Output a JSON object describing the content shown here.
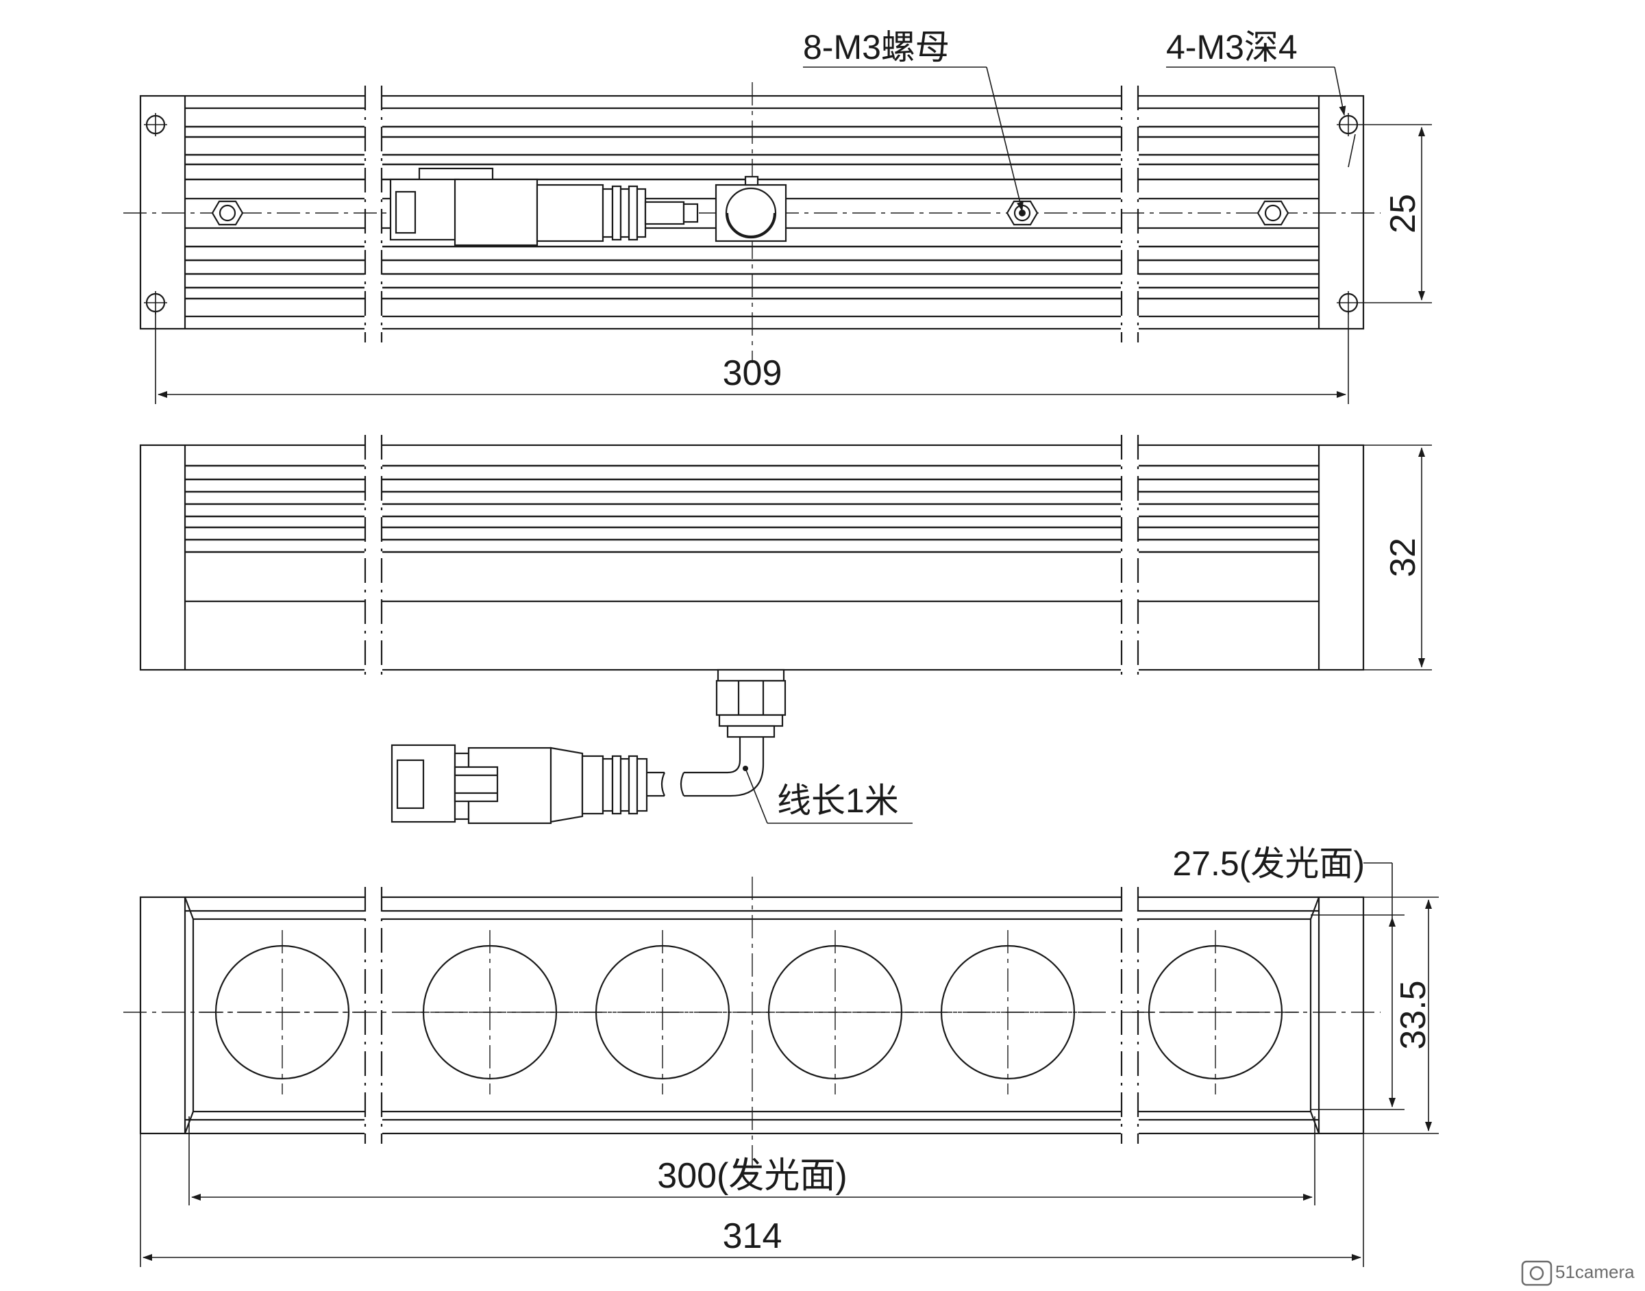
{
  "labels": {
    "nut": "8-M3螺母",
    "hole": "4-M3深4",
    "cable": "线长1米"
  },
  "dimensions": {
    "top_length": "309",
    "top_height": "25",
    "side_height": "32",
    "front_inner_height": "27.5(发光面)",
    "front_height": "33.5",
    "emitting_length": "300(发光面)",
    "total_length": "314"
  },
  "watermark": {
    "text": "51camera"
  },
  "colors": {
    "line": "#1a1a1a",
    "background": "#ffffff"
  }
}
